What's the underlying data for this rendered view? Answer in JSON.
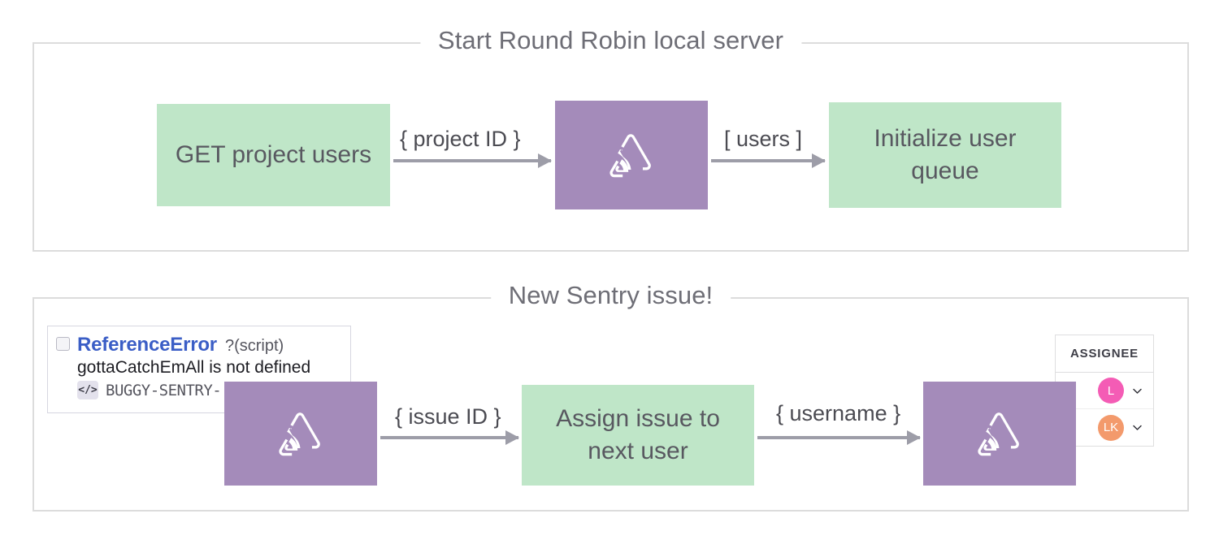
{
  "panels": [
    {
      "id": "server",
      "title": "Start Round Robin local server",
      "nodes": [
        {
          "label": "GET project users",
          "kind": "green"
        },
        {
          "label": "sentry-logo",
          "kind": "purple"
        },
        {
          "label": "Initialize user queue",
          "kind": "green"
        }
      ],
      "arrows": [
        {
          "label": "{ project ID }"
        },
        {
          "label": "[ users ]"
        }
      ]
    },
    {
      "id": "issue",
      "title": "New Sentry issue!",
      "nodes": [
        {
          "label": "sentry-logo",
          "kind": "purple"
        },
        {
          "label": "Assign issue to next user",
          "kind": "green"
        },
        {
          "label": "sentry-logo",
          "kind": "purple"
        }
      ],
      "arrows": [
        {
          "label": "{ issue ID }"
        },
        {
          "label": "{ username }"
        }
      ]
    }
  ],
  "issue_card": {
    "type": "ReferenceError",
    "culprit": "?(script)",
    "message": "gottaCatchEmAll is not defined",
    "code_badge": "</>",
    "short_id": "BUGGY-SENTRY-",
    "checkbox_checked": false
  },
  "assignee_table": {
    "header": "ASSIGNEE",
    "rows": [
      {
        "initials": "L",
        "color": "#f45cb5"
      },
      {
        "initials": "LK",
        "color": "#f39a6c"
      }
    ]
  },
  "colors": {
    "green_node": "#bfe6c8",
    "purple_node": "#a48bba",
    "arrow": "#9d9da8",
    "panel_border": "#dcdcdc",
    "legend_text": "#6e6e76",
    "node_text": "#585860",
    "issue_type_text": "#3b5ec6",
    "avatar_pink": "#f45cb5",
    "avatar_orange": "#f39a6c",
    "background": "#ffffff"
  }
}
